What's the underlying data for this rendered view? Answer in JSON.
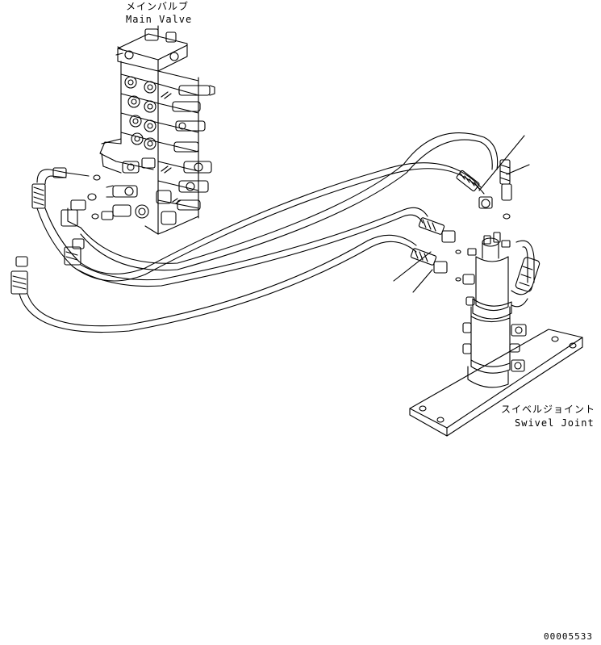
{
  "labels": {
    "main_valve_jp": "メインバルブ",
    "main_valve_en": "Main Valve",
    "swivel_joint_jp": "スイベルジョイント",
    "swivel_joint_en": "Swivel Joint",
    "drawing_number": "00005533"
  },
  "colors": {
    "ink": "#000000",
    "paper": "#ffffff"
  }
}
